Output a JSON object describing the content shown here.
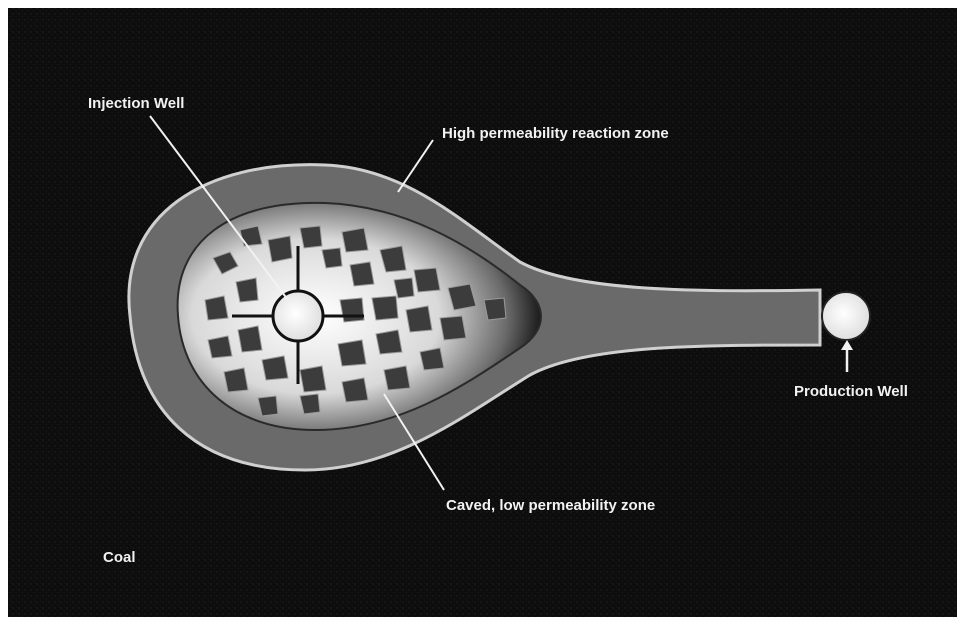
{
  "labels": {
    "injection_well": "Injection Well",
    "high_permeability": "High permeability reaction zone",
    "caved_zone": "Caved, low permeability zone",
    "production_well": "Production Well",
    "coal": "Coal"
  },
  "colors": {
    "background": "#0b0b0b",
    "reaction_zone": "#6e6e6e",
    "reaction_zone_edge": "#d8d8d8",
    "caved_zone_glow": "#f4f4f4",
    "rock_fragment": "#3a3a3a",
    "well": "#ffffff",
    "text": "#f2f2f2"
  }
}
